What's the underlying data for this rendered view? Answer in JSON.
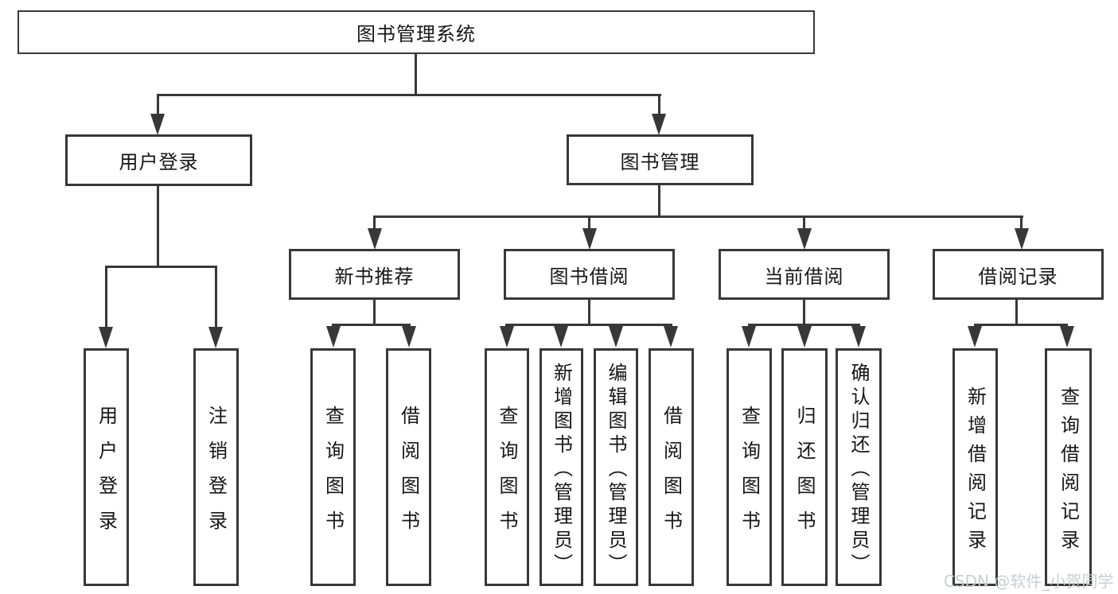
{
  "diagram_title": "图书管理系统",
  "nodes": {
    "root": "图书管理系统",
    "user_login": "用户登录",
    "book_mgmt": "图书管理",
    "new_rec": "新书推荐",
    "book_borrow": "图书借阅",
    "cur_borrow": "当前借阅",
    "borrow_rec": "借阅记录",
    "leaf_user_login": "用户登录",
    "leaf_logout": "注销登录",
    "leaf_rec_query": "查询图书",
    "leaf_rec_borrow": "借阅图书",
    "leaf_bb_query": "查询图书",
    "leaf_bb_add": "新增图书（管理员）",
    "leaf_bb_edit": "编辑图书（管理员）",
    "leaf_bb_borrow": "借阅图书",
    "leaf_cb_query": "查询图书",
    "leaf_cb_return": "归还图书",
    "leaf_cb_confirm": "确认归还（管理员）",
    "leaf_br_add": "新增借阅记录",
    "leaf_br_query": "查询借阅记录"
  },
  "tree": {
    "label": "图书管理系统",
    "children": [
      {
        "label": "用户登录",
        "children": [
          {
            "label": "用户登录"
          },
          {
            "label": "注销登录"
          }
        ]
      },
      {
        "label": "图书管理",
        "children": [
          {
            "label": "新书推荐",
            "children": [
              {
                "label": "查询图书"
              },
              {
                "label": "借阅图书"
              }
            ]
          },
          {
            "label": "图书借阅",
            "children": [
              {
                "label": "查询图书"
              },
              {
                "label": "新增图书（管理员）"
              },
              {
                "label": "编辑图书（管理员）"
              },
              {
                "label": "借阅图书"
              }
            ]
          },
          {
            "label": "当前借阅",
            "children": [
              {
                "label": "查询图书"
              },
              {
                "label": "归还图书"
              },
              {
                "label": "确认归还（管理员）"
              }
            ]
          },
          {
            "label": "借阅记录",
            "children": [
              {
                "label": "新增借阅记录"
              },
              {
                "label": "查询借阅记录"
              }
            ]
          }
        ]
      }
    ]
  },
  "watermark": {
    "text": "CSDN @软件_小贺同学",
    "color": "#c6cbd1"
  },
  "colors": {
    "line": "#383838",
    "box_border": "#383838",
    "box_background": "#ffffff",
    "text": "#161616",
    "page_background": "#ffffff"
  }
}
